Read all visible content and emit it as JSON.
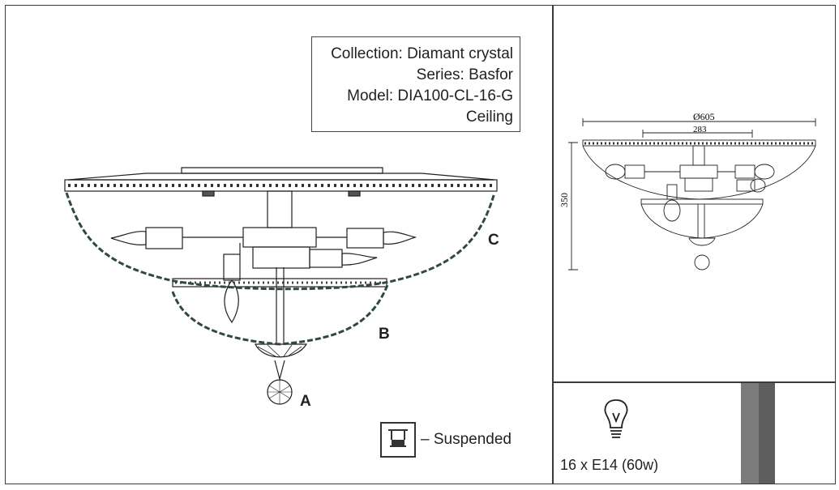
{
  "info": {
    "collection": "Collection: Diamant crystal",
    "series": "Series: Basfor",
    "model": "Model: DIA100-CL-16-G",
    "type": "Ceiling"
  },
  "labels": {
    "a": "A",
    "b": "B",
    "c": "C"
  },
  "legend": {
    "suspended": "– Suspended",
    "icon": "suspended-mount-icon"
  },
  "dimensions": {
    "diameter": "Ø605",
    "inner_width": "283",
    "height": "350"
  },
  "bulb": {
    "spec": "16 x E14 (60w)",
    "icon": "light-bulb-icon"
  },
  "colors": {
    "line": "#231f20",
    "crystal": "#2f4a3a",
    "bar_light": "#7b7b7b",
    "bar_dark": "#5d5d5d"
  }
}
